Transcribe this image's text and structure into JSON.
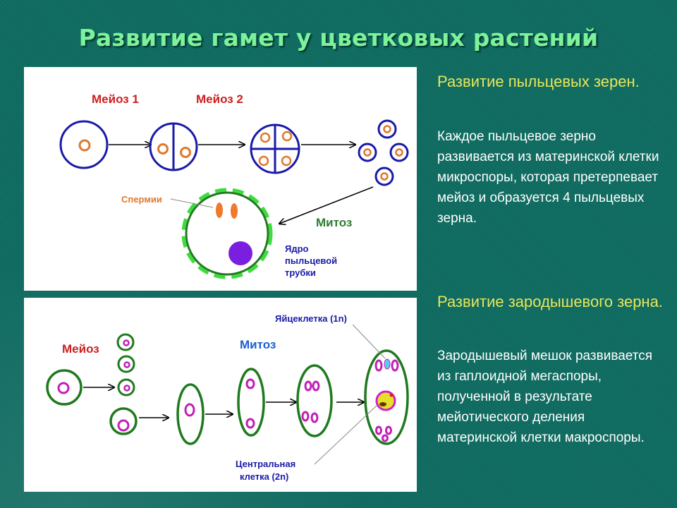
{
  "title": "Развитие гамет у цветковых растений",
  "pollen": {
    "heading": "Развитие пыльцевых зерен.",
    "text": "Каждое пыльцевое зерно развивается из материнской клетки микроспоры, которая претерпевает мейоз и образуется 4 пыльцевых зерна.",
    "labels": {
      "meiosis1": "Мейоз 1",
      "meiosis2": "Мейоз 2",
      "sperm": "Спермии",
      "mitosis": "Митоз",
      "tube_nucleus_1": "Ядро",
      "tube_nucleus_2": "пыльцевой",
      "tube_nucleus_3": "трубки"
    }
  },
  "embryo": {
    "heading": "Развитие зародышевого зерна.",
    "text": "Зародышевый мешок развивается из гаплоидной мегаспоры, полученной в результате мейотического деления материнской клетки макроспоры.",
    "labels": {
      "meiosis": "Мейоз",
      "mitosis": "Митоз",
      "egg_cell": "Яйцеклетка (1n)",
      "central_cell_1": "Центральная",
      "central_cell_2": "клетка (2n)"
    }
  },
  "colors": {
    "background": "#0e6b60",
    "title": "#7cf29a",
    "heading": "#e8e65a",
    "cell_outline_blue": "#1a1aa8",
    "cell_outline_green": "#1f7a1f",
    "nucleus_orange": "#e0782a",
    "nucleus_magenta": "#c21fb8",
    "label_red": "#cc1f1f",
    "label_green": "#2e7d32",
    "label_blue": "#1d5fd0"
  }
}
